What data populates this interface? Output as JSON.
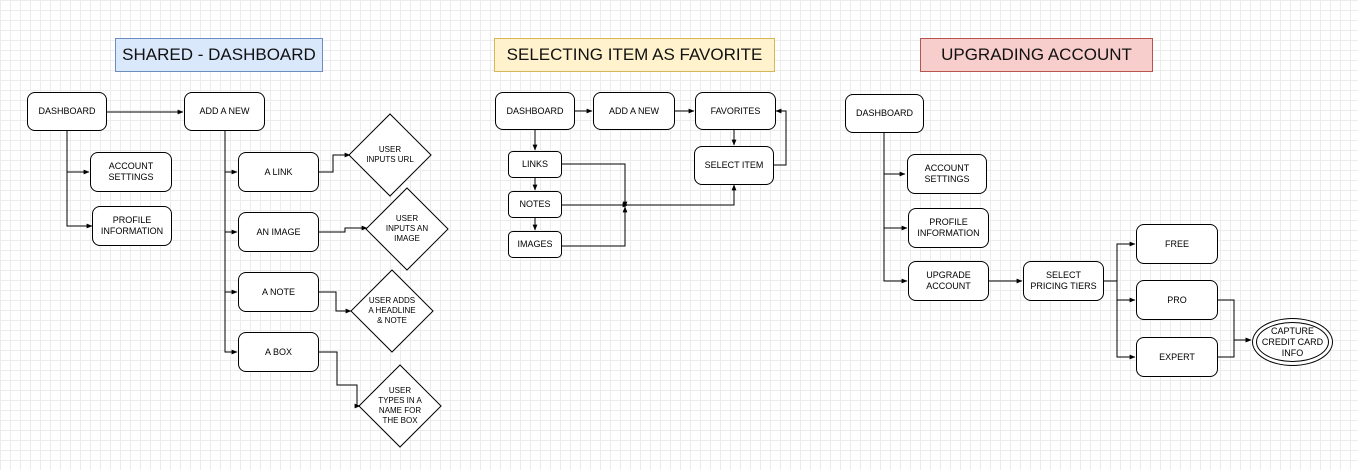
{
  "diagram1": {
    "title": "SHARED - DASHBOARD",
    "dashboard": "DASHBOARD",
    "account_settings": "ACCOUNT SETTINGS",
    "profile_information": "PROFILE INFORMATION",
    "add_new": "ADD A NEW",
    "link": "A LINK",
    "image": "AN IMAGE",
    "note": "A NOTE",
    "box": "A BOX",
    "user_inputs_url": "USER INPUTS URL",
    "user_inputs_image": "USER INPUTS AN IMAGE",
    "user_adds_headline": "USER ADDS A HEADLINE & NOTE",
    "user_types_name": "USER TYPES IN A NAME FOR THE BOX"
  },
  "diagram2": {
    "title": "SELECTING ITEM AS FAVORITE",
    "dashboard": "DASHBOARD",
    "add_new": "ADD A NEW",
    "favorites": "FAVORITES",
    "select_item": "SELECT ITEM",
    "links": "LINKS",
    "notes": "NOTES",
    "images": "IMAGES"
  },
  "diagram3": {
    "title": "UPGRADING ACCOUNT",
    "dashboard": "DASHBOARD",
    "account_settings": "ACCOUNT SETTINGS",
    "profile_information": "PROFILE INFORMATION",
    "upgrade_account": "UPGRADE ACCOUNT",
    "select_pricing_tiers": "SELECT PRICING TIERS",
    "free": "FREE",
    "pro": "PRO",
    "expert": "EXPERT",
    "capture_credit_card": "CAPTURE CREDIT CARD INFO"
  }
}
